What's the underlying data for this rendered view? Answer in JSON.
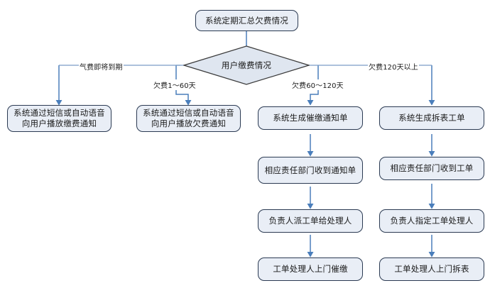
{
  "diagram": {
    "title_node": "系统定期汇总欠费情况",
    "decision": "用户缴费情况",
    "branch_labels": {
      "b1": "气费即将到期",
      "b2": "欠费1～60天",
      "b3": "欠费60～120天",
      "b4": "欠费120天以上"
    },
    "columns": {
      "col1": [
        "系统通过短信或自动语音向用户播放缴费通知"
      ],
      "col2": [
        "系统通过短信或自动语音向用户播放欠费通知"
      ],
      "col3": [
        "系统生成催缴通知单",
        "相应责任部门收到通知单",
        "负责人派工单给处理人",
        "工单处理人上门催缴"
      ],
      "col4": [
        "系统生成拆表工单",
        "相应责任部门收到工单",
        "负责人指定工单处理人",
        "工单处理人上门拆表"
      ]
    },
    "colors": {
      "node_fill": "#e9eef6",
      "node_border": "#2b3a52",
      "diamond_fill": "#dfe6f0",
      "diamond_border": "#3a3a3a",
      "connector": "#4a7ebb",
      "background": "#ffffff"
    }
  }
}
